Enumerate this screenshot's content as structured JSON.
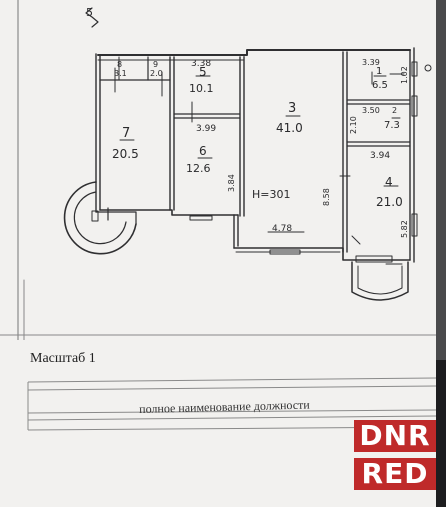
{
  "plan": {
    "corner_mark": "5",
    "rooms": [
      {
        "id": "1",
        "number": "1",
        "area": "6.5",
        "dim_top": "3.39",
        "dim_side": "1.02"
      },
      {
        "id": "2",
        "number": "2",
        "area": "7.3",
        "dim_top": "3.50",
        "dim_side": "2.10"
      },
      {
        "id": "3",
        "number": "3",
        "area": "41.0",
        "height": "H=301",
        "dim_side": "8.58",
        "dim_bottom": "4.78"
      },
      {
        "id": "4",
        "number": "4",
        "area": "21.0",
        "dim_top": "3.94",
        "dim_side": "5.82"
      },
      {
        "id": "5",
        "number": "5",
        "area": "10.1",
        "dim_top": "3.38"
      },
      {
        "id": "6",
        "number": "6",
        "area": "12.6",
        "dim_top": "3.99",
        "dim_side": "3.84"
      },
      {
        "id": "7",
        "number": "7",
        "area": "20.5"
      },
      {
        "id": "8",
        "number": "8",
        "area": "3.1"
      },
      {
        "id": "9",
        "number": "9",
        "area": "2.0"
      }
    ]
  },
  "form": {
    "scale_label": "Масштаб 1",
    "position_label": "полное наименование должности"
  },
  "watermark": {
    "line1": "DNR",
    "line2": "RED"
  }
}
